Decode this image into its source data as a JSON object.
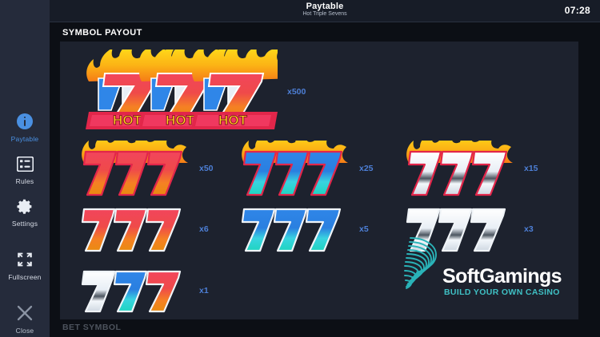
{
  "header": {
    "title": "Paytable",
    "subtitle": "Hot Triple Sevens",
    "clock": "07:28"
  },
  "sidebar": {
    "items": [
      {
        "label": "Paytable",
        "icon": "info-icon",
        "active": true
      },
      {
        "label": "Rules",
        "icon": "list-icon",
        "active": false
      },
      {
        "label": "Settings",
        "icon": "gear-icon",
        "active": false
      },
      {
        "label": "Fullscreen",
        "icon": "fullscreen-icon",
        "active": false
      },
      {
        "label": "Close",
        "icon": "close-icon",
        "active": false
      }
    ]
  },
  "main": {
    "section_title": "SYMBOL PAYOUT",
    "footer_section_title": "BET SYMBOL",
    "symbols": [
      {
        "id": "hot-777-jackpot",
        "style": "hot",
        "multiplier": "x500"
      },
      {
        "id": "flaming-777-red",
        "style": "flame-red",
        "multiplier": "x50"
      },
      {
        "id": "flaming-777-blue",
        "style": "flame-blue",
        "multiplier": "x25"
      },
      {
        "id": "flaming-777-white",
        "style": "flame-white",
        "multiplier": "x15"
      },
      {
        "id": "plain-777-red",
        "style": "plain-red",
        "multiplier": "x6"
      },
      {
        "id": "plain-777-blue",
        "style": "plain-blue",
        "multiplier": "x5"
      },
      {
        "id": "plain-777-white",
        "style": "plain-white",
        "multiplier": "x3"
      },
      {
        "id": "mixed-777",
        "style": "mixed",
        "multiplier": "x1"
      }
    ]
  },
  "logo": {
    "name": "SoftGamings",
    "tagline": "BUILD YOUR OWN CASINO",
    "accent_color": "#3fc0c4"
  },
  "colors": {
    "sidebar_bg": "#252b3b",
    "header_bg": "#171c27",
    "content_bg": "#0c0f15",
    "panel_bg": "#1d222e",
    "accent_blue": "#4a90e2",
    "multiplier_blue": "#4d7fd6"
  }
}
